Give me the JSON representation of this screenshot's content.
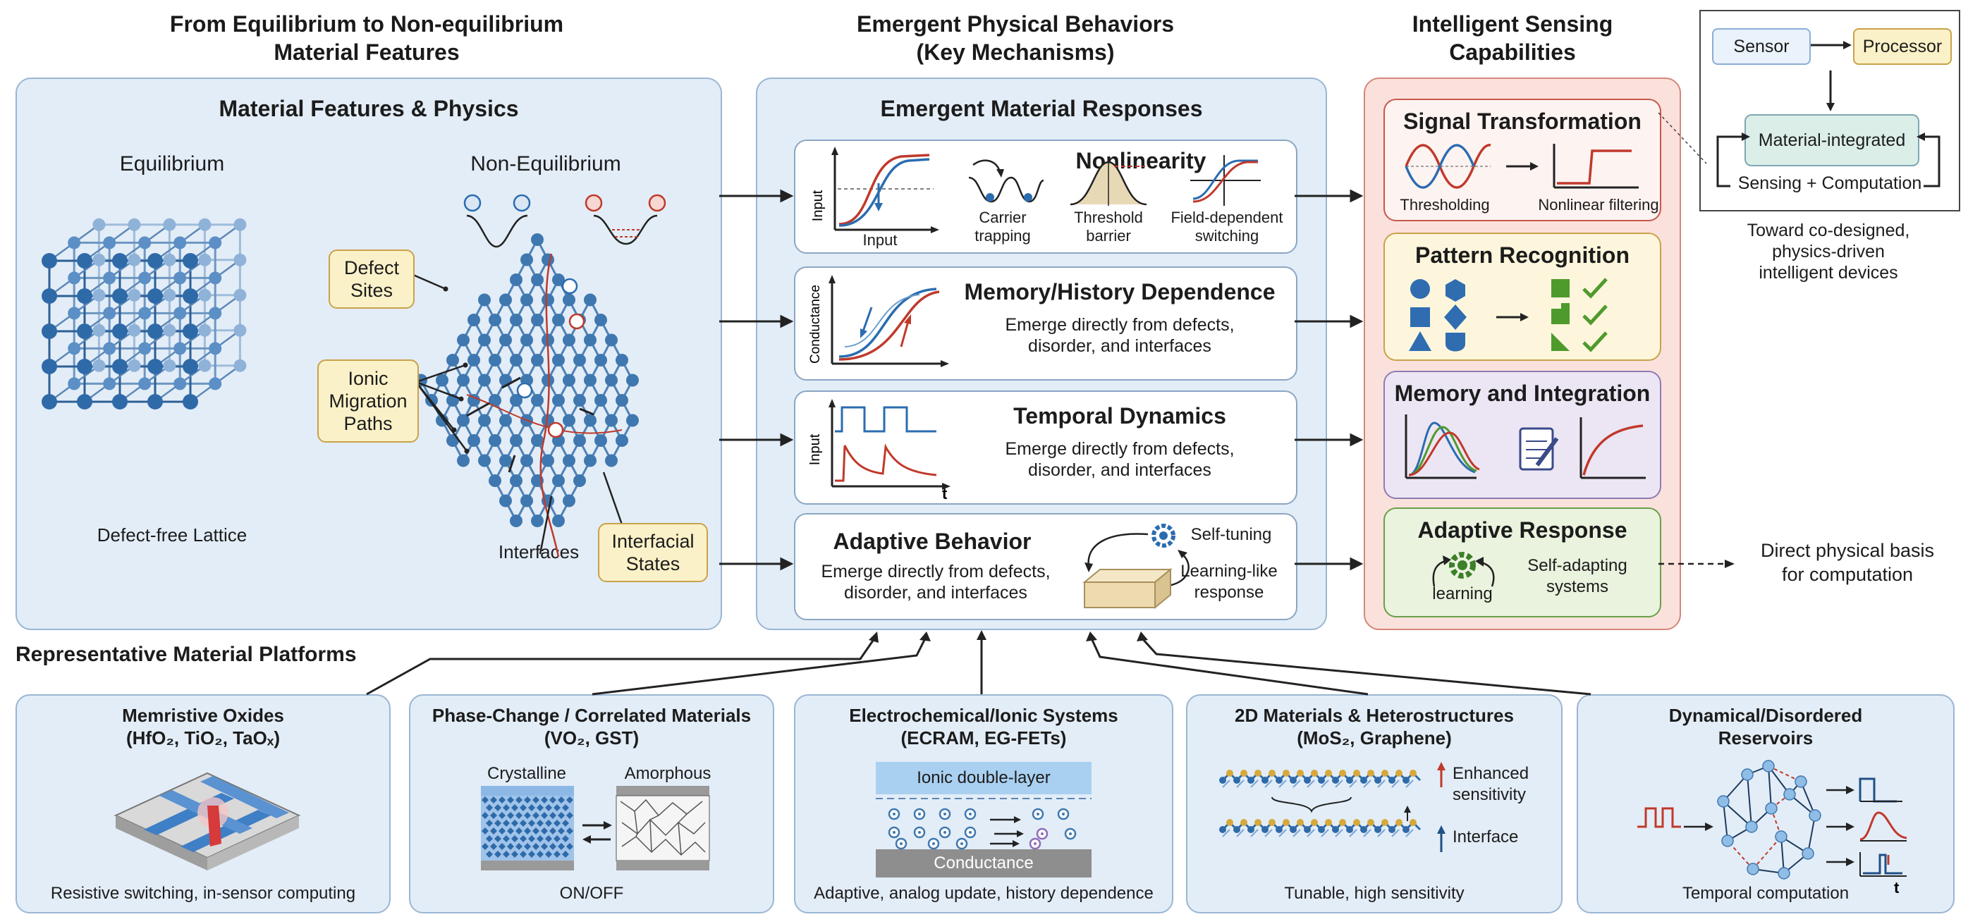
{
  "columns": {
    "left_title_1": "From Equilibrium to Non-equilibrium",
    "left_title_2": "Material Features",
    "mid_title_1": "Emergent Physical Behaviors",
    "mid_title_2": "(Key Mechanisms)",
    "right_title_1": "Intelligent Sensing",
    "right_title_2": "Capabilities"
  },
  "material_panel": {
    "title": "Material Features & Physics",
    "equilibrium": "Equilibrium",
    "non_equilibrium": "Non-Equilibrium",
    "defect_free": "Defect-free Lattice",
    "defect_sites_1": "Defect",
    "defect_sites_2": "Sites",
    "ionic_1": "Ionic",
    "ionic_2": "Migration",
    "ionic_3": "Paths",
    "interfaces": "Interfaces",
    "interfacial_1": "Interfacial",
    "interfacial_2": "States"
  },
  "responses_panel": {
    "title": "Emergent Material Responses",
    "emerge_1": "Emerge directly from defects,",
    "emerge_2": "disorder, and interfaces",
    "nonlinearity": {
      "title": "Nonlinearity",
      "y_axis": "Input",
      "x_axis": "Input",
      "carrier_1": "Carrier",
      "carrier_2": "trapping",
      "threshold_1": "Threshold",
      "threshold_2": "barrier",
      "field_1": "Field-dependent",
      "field_2": "switching"
    },
    "memory": {
      "title": "Memory/History Dependence",
      "y_axis": "Conductance"
    },
    "temporal": {
      "title": "Temporal Dynamics",
      "y_axis": "Input",
      "x_axis": "t"
    },
    "adaptive": {
      "title": "Adaptive Behavior",
      "self_tuning": "Self-tuning",
      "learning_1": "Learning-like",
      "learning_2": "response"
    }
  },
  "sensing_panel": {
    "signal": {
      "title": "Signal Transformation",
      "thresholding": "Thresholding",
      "filtering": "Nonlinear filtering"
    },
    "pattern": {
      "title": "Pattern Recognition"
    },
    "memory": {
      "title": "Memory and Integration"
    },
    "adaptive": {
      "title": "Adaptive Response",
      "learning": "learning",
      "self_1": "Self-adapting",
      "self_2": "systems"
    }
  },
  "codesign": {
    "sensor": "Sensor",
    "processor": "Processor",
    "material": "Material-integrated",
    "sensing": "Sensing + Computation",
    "toward_1": "Toward co-designed,",
    "toward_2": "physics-driven",
    "toward_3": "intelligent devices"
  },
  "direct_1": "Direct physical basis",
  "direct_2": "for computation",
  "platforms_title": "Representative Material Platforms",
  "platforms": [
    {
      "title_1": "Memristive Oxides",
      "title_2": "(HfO₂, TiO₂, TaOₓ)",
      "caption": "Resistive switching, in-sensor computing"
    },
    {
      "title_1": "Phase-Change / Correlated Materials",
      "title_2": "(VO₂, GST)",
      "caption": "ON/OFF",
      "crystalline": "Crystalline",
      "amorphous": "Amorphous"
    },
    {
      "title_1": "Electrochemical/Ionic Systems",
      "title_2": "(ECRAM, EG-FETs)",
      "caption": "Adaptive, analog update, history dependence",
      "layer": "Ionic double-layer",
      "conductance": "Conductance"
    },
    {
      "title_1": "2D Materials & Heterostructures",
      "title_2": "(MoS₂, Graphene)",
      "caption": "Tunable, high sensitivity",
      "enhanced_1": "Enhanced",
      "enhanced_2": "sensitivity",
      "interface": "Interface"
    },
    {
      "title_1": "Dynamical/Disordered",
      "title_2": "Reservoirs",
      "caption": "Temporal computation",
      "t": "t"
    }
  ],
  "colors": {
    "panel_blue": "#e3edf7",
    "lattice_blue": "#3f78b0",
    "sensing_red": "#fbe1dc",
    "yellow_label": "#fbf1c8",
    "signal_red": "#c0392b",
    "check_green": "#4f9a2c"
  }
}
